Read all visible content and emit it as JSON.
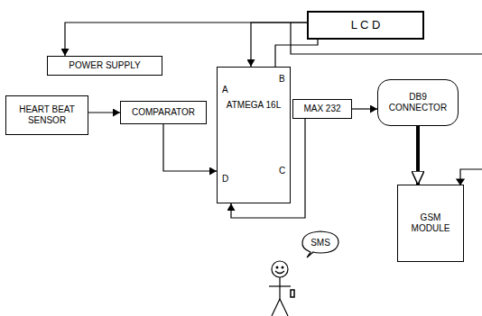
{
  "diagram": {
    "nodes": [
      {
        "text": [
          "L C D"
        ]
      },
      {
        "text": [
          "POWER SUPPLY"
        ]
      },
      {
        "text": [
          "HEART BEAT SENSOR"
        ]
      },
      {
        "text": [
          "COMPARATOR"
        ]
      },
      {
        "text": [
          "ATMEGA 16L"
        ]
      },
      {
        "text": [
          "MAX 232"
        ]
      },
      {
        "text": [
          "DB9 CONNECTOR"
        ]
      },
      {
        "text": [
          "GSM MODULE"
        ]
      },
      {
        "text": [
          "SMS"
        ]
      }
    ],
    "edges": [
      {
        "from": 2,
        "to": 3,
        "arrow": "to"
      },
      {
        "from": 3,
        "to": 4,
        "arrow": "to"
      },
      {
        "from": 0,
        "to": 1,
        "arrow": "to"
      },
      {
        "from": 0,
        "to": 4,
        "arrow": "to"
      },
      {
        "from": 4,
        "to": 0,
        "arrow": "none"
      },
      {
        "from": 5,
        "to": 4,
        "arrow": "to"
      },
      {
        "from": 5,
        "to": 6,
        "arrow": "to"
      },
      {
        "from": 6,
        "to": 7,
        "arrow": "to"
      }
    ],
    "labels": [
      "A",
      "B",
      "C",
      "D"
    ]
  }
}
